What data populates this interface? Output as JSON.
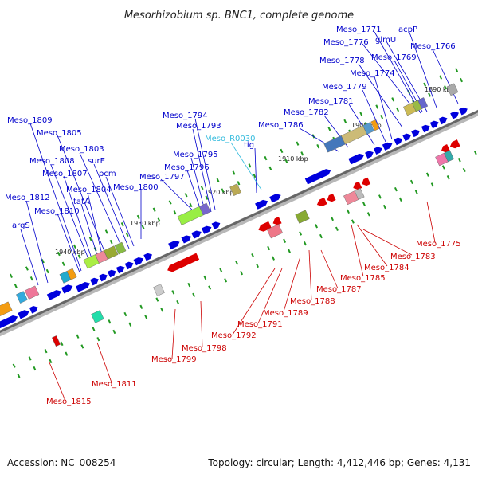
{
  "title": "Mesorhizobium sp. BNC1, complete genome",
  "accession": "Accession: NC_008254",
  "topology": "Topology: circular; Length: 4,412,446 bp; Genes: 4,131",
  "colors": {
    "forward_label": "#0000cc",
    "reverse_label": "#cc0000",
    "rna_label": "#33bbdd",
    "forward_gene": "#0000dd",
    "reverse_gene": "#dd0000",
    "backbone": "#888888",
    "tick": "#229922"
  },
  "kbp_markers": [
    "1890 kbp",
    "1900 kbp",
    "1910 kbp",
    "1920 kbp",
    "1930 kbp",
    "1940 kbp"
  ],
  "forward_labels": [
    "Meso_1771",
    "acpP",
    "Meso_1776",
    "glmU",
    "Meso_1766",
    "Meso_1769",
    "Meso_1778",
    "Meso_1774",
    "Meso_1779",
    "Meso_1781",
    "Meso_1782",
    "Meso_1786",
    "Meso_1794",
    "Meso_1793",
    "tig",
    "Meso_1795",
    "Meso_1796",
    "Meso_1797",
    "Meso_1800",
    "Meso_1809",
    "Meso_1805",
    "Meso_1803",
    "Meso_1808",
    "surE",
    "Meso_1807",
    "pcm",
    "Meso_1804",
    "tatA",
    "Meso_1812",
    "Meso_1810",
    "argS"
  ],
  "rna_labels": [
    "Meso_R0030"
  ],
  "reverse_labels": [
    "Meso_1775",
    "Meso_1783",
    "Meso_1784",
    "Meso_1785",
    "Meso_1787",
    "Meso_1788",
    "Meso_1789",
    "Meso_1791",
    "Meso_1792",
    "Meso_1798",
    "Meso_1799",
    "Meso_1811",
    "Meso_1815"
  ]
}
